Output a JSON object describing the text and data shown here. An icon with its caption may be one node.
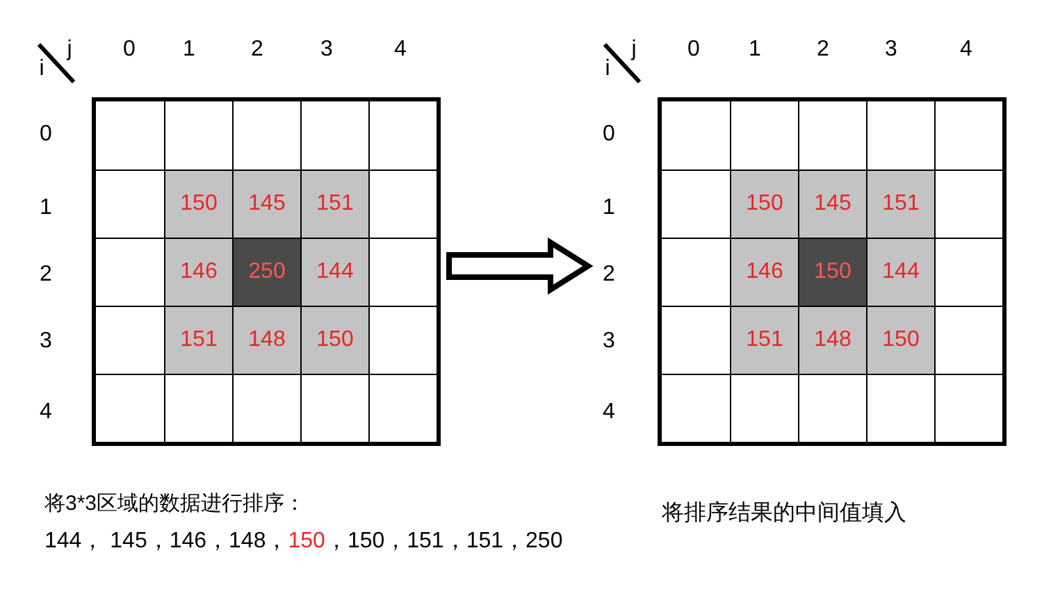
{
  "diagram": {
    "nodes": [
      {
        "text": [
          "150",
          "145",
          "151",
          "146",
          "250",
          "144",
          "151",
          "148",
          "150"
        ],
        "beside": [
          "将3*3区域的数据进行排序：",
          "144， 145，146，148，150，150，151，151，250"
        ]
      },
      {
        "text": [
          "150",
          "145",
          "151",
          "146",
          "150",
          "144",
          "151",
          "148",
          "150"
        ],
        "beside": [
          "将排序结果的中间值填入"
        ]
      }
    ],
    "edges": [
      {
        "from": 0,
        "to": 1,
        "arrow": "to"
      }
    ],
    "labels": [
      "j",
      "0",
      "1",
      "2",
      "3",
      "4",
      "i",
      "0",
      "1",
      "2",
      "3",
      "4",
      "j",
      "0",
      "1",
      "2",
      "3",
      "4",
      "i",
      "0",
      "1",
      "2",
      "3",
      "4"
    ]
  }
}
